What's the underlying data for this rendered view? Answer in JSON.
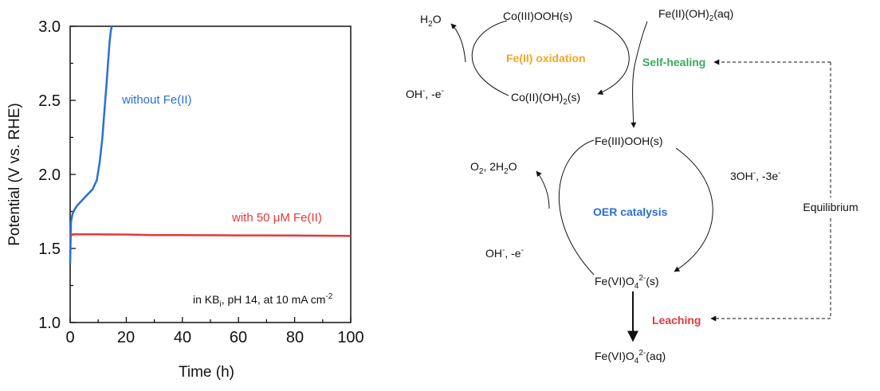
{
  "chart_data": {
    "type": "line",
    "xlabel": "Time (h)",
    "ylabel": "Potential (V vs. RHE)",
    "xlim": [
      0,
      100
    ],
    "ylim": [
      1.0,
      3.0
    ],
    "x_ticks": [
      "0",
      "20",
      "40",
      "60",
      "80",
      "100"
    ],
    "y_ticks": [
      "1.0",
      "1.5",
      "2.0",
      "2.5",
      "3.0"
    ],
    "grid": false,
    "annotation": {
      "pre": "in KB",
      "sub": "i",
      "mid": ", pH 14, at 10 mA cm",
      "sup": "-2"
    },
    "series": [
      {
        "name": "without Fe(II)",
        "color": "#2a6fd6",
        "x": [
          0,
          0.3,
          0.8,
          1.5,
          2.5,
          4,
          6,
          8,
          9.5,
          10.5,
          11.5,
          12.3,
          13.0,
          13.6,
          14.1,
          14.5,
          14.9
        ],
        "y": [
          1.4,
          1.68,
          1.73,
          1.76,
          1.79,
          1.82,
          1.86,
          1.9,
          1.96,
          2.08,
          2.25,
          2.45,
          2.62,
          2.78,
          2.9,
          2.97,
          3.0
        ]
      },
      {
        "name": "with 50 μM Fe(II)",
        "color": "#e5383b",
        "x": [
          0,
          0.5,
          1,
          10,
          20,
          30,
          40,
          50,
          60,
          70,
          80,
          90,
          100
        ],
        "y": [
          1.58,
          1.59,
          1.595,
          1.595,
          1.594,
          1.59,
          1.59,
          1.589,
          1.588,
          1.588,
          1.587,
          1.586,
          1.585
        ]
      }
    ]
  },
  "labels": {
    "series1": "without Fe(II)",
    "series2": "with 50 μM Fe(II)"
  },
  "scheme": {
    "h2o": {
      "pre": "H",
      "sub": "2",
      "post": "O"
    },
    "co_iii": "Co(III)OOH(s)",
    "fe_ii_aq": {
      "pre": "Fe(II)(OH)",
      "sub": "2",
      "post": "(aq)"
    },
    "fe_oxidation": "Fe(II) oxidation",
    "self_healing": "Self-healing",
    "oh_e_top": {
      "a": "OH",
      "sup1": "-",
      "b": ", -e",
      "sup2": "-"
    },
    "co_ii": {
      "pre": "Co(II)(OH)",
      "sub": "2",
      "post": "(s)"
    },
    "fe_iii": "Fe(III)OOH(s)",
    "o2_h2o": {
      "a": "O",
      "sub1": "2",
      "b": ", 2H",
      "sub2": "2",
      "c": "O"
    },
    "three_oh": {
      "a": "3OH",
      "sup1": "-",
      "b": ", -3e",
      "sup2": "-"
    },
    "oer": "OER catalysis",
    "equilibrium": "Equilibrium",
    "oh_e_bottom": {
      "a": "OH",
      "sup1": "-",
      "b": ", -e",
      "sup2": "-"
    },
    "fe_vi_s": {
      "a": "Fe(VI)O",
      "sub": "4",
      "sup": "2-",
      "b": "(s)"
    },
    "leaching": "Leaching",
    "fe_vi_aq": {
      "a": "Fe(VI)O",
      "sub": "4",
      "sup": "2-",
      "b": "(aq)"
    },
    "colors": {
      "orange": "#f5a623",
      "green": "#3aaa5c",
      "blue": "#2a6fd6",
      "red": "#e5383b"
    }
  }
}
